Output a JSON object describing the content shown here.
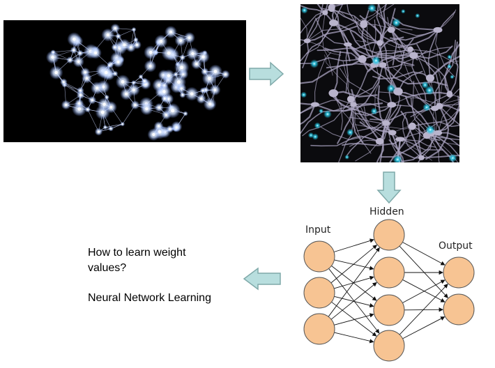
{
  "captions": {
    "question": "How to learn weight values?",
    "answer": "Neural Network Learning"
  },
  "network": {
    "layer_labels": {
      "input": "Input",
      "hidden": "Hidden",
      "output": "Output"
    },
    "node_counts": {
      "input": 3,
      "hidden": 4,
      "output": 2
    },
    "node_fill": "#f7c493",
    "node_stroke": "#555555"
  },
  "colors": {
    "arrow_fill": "#b8dede",
    "arrow_stroke": "#7fa9a9",
    "glow": "#e8f0ff",
    "neuron_body": "#b9b4cc",
    "neuron_glow": "#27c8e6"
  },
  "images": {
    "brain": "glowing-brain-network-image",
    "neurons": "neuron-cells-image"
  }
}
